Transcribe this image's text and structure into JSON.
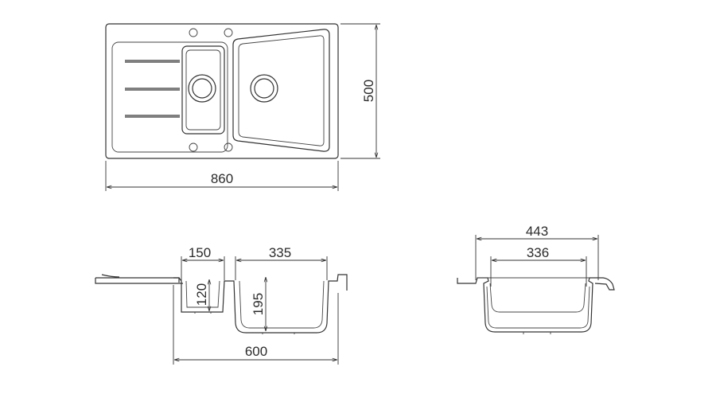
{
  "drawing": {
    "top_view": {
      "width_label": "860",
      "depth_label": "500"
    },
    "side_view": {
      "small_bowl_width_label": "150",
      "small_bowl_depth_label": "120",
      "large_bowl_width_label": "335",
      "large_bowl_depth_label": "195",
      "cabinet_label": "600"
    },
    "end_view": {
      "outer_width_label": "443",
      "inner_width_label": "336"
    }
  },
  "colors": {
    "line": "#333333",
    "background": "#ffffff"
  }
}
